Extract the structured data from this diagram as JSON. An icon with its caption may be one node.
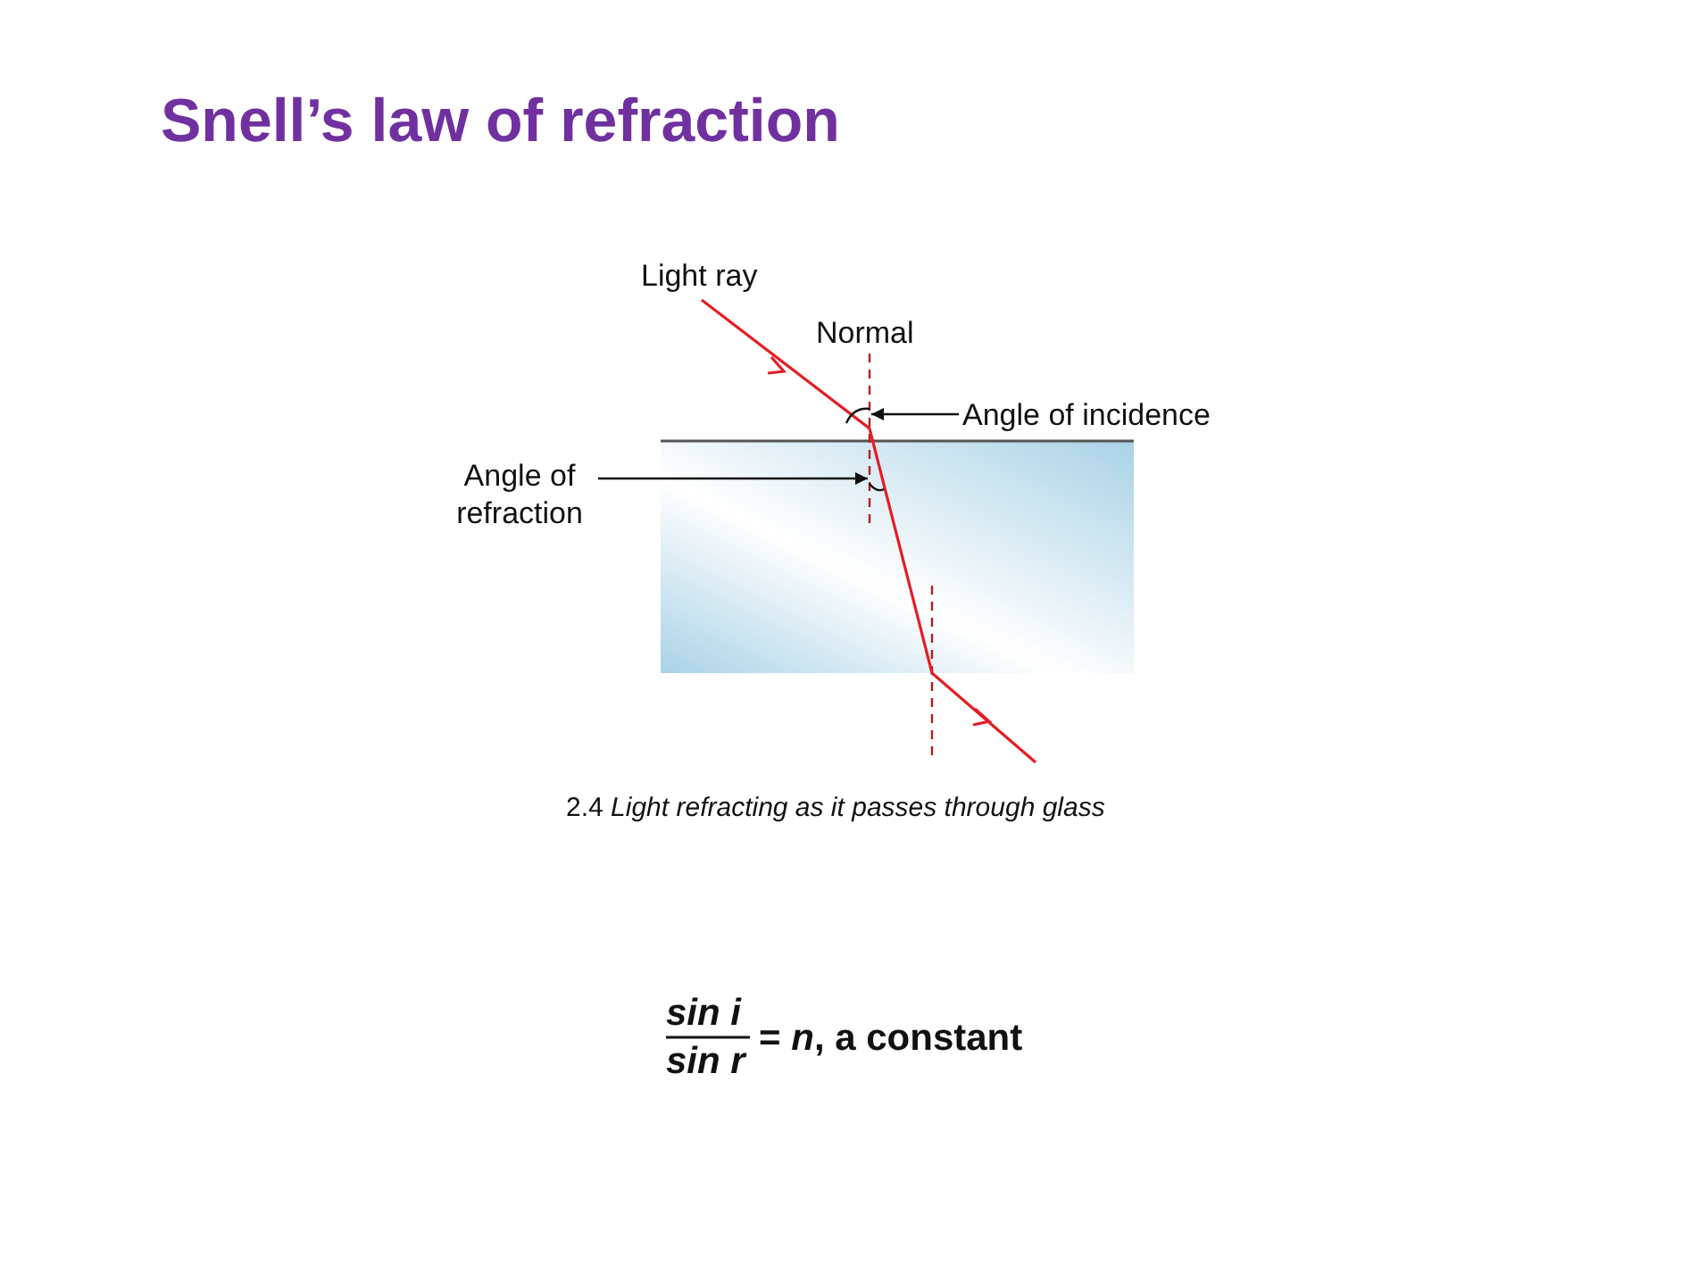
{
  "diagram": {
    "title": "Snell’s law of refraction",
    "caption": "2.4 *Light refracting as it passes through glass*",
    "nodes": [
      {
        "text": [
          "Angle of incidence"
        ]
      },
      {
        "text": [
          "Angle of refraction"
        ]
      },
      {
        "text": [],
        "shape": "arc"
      },
      {
        "text": [],
        "shape": "arc"
      }
    ],
    "edges": [
      {
        "from": 0,
        "to": 2,
        "arrow": "to"
      },
      {
        "from": 1,
        "to": 3,
        "arrow": "to"
      }
    ],
    "labels": [
      "Light ray",
      "Normal",
      "sin i",
      "sin r",
      "= *n*, a constant"
    ]
  }
}
